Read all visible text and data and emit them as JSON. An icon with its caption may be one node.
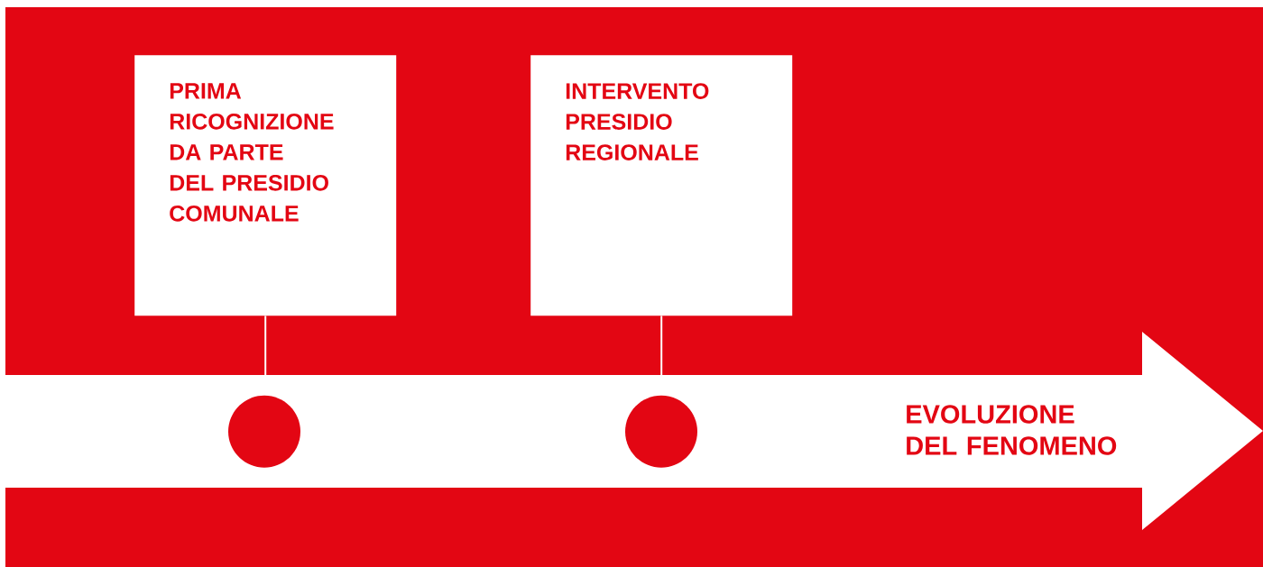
{
  "diagram": {
    "nodes": [
      {
        "text": [
          "PRIMA RICOGNIZIONE DA PARTE DEL PRESIDIO COMUNALE"
        ]
      },
      {
        "text": [
          "INTERVENTO PRESIDIO REGIONALE"
        ]
      },
      {
        "text": [],
        "shape": "circle",
        "in": 4
      },
      {
        "text": [],
        "shape": "circle",
        "in": 4
      },
      {
        "text": [
          "EVOLUZIONE DEL FENOMENO"
        ]
      }
    ],
    "edges": [
      {
        "from": 0,
        "to": 4,
        "arrow": "none"
      },
      {
        "from": 1,
        "to": 4,
        "arrow": "none"
      }
    ]
  }
}
